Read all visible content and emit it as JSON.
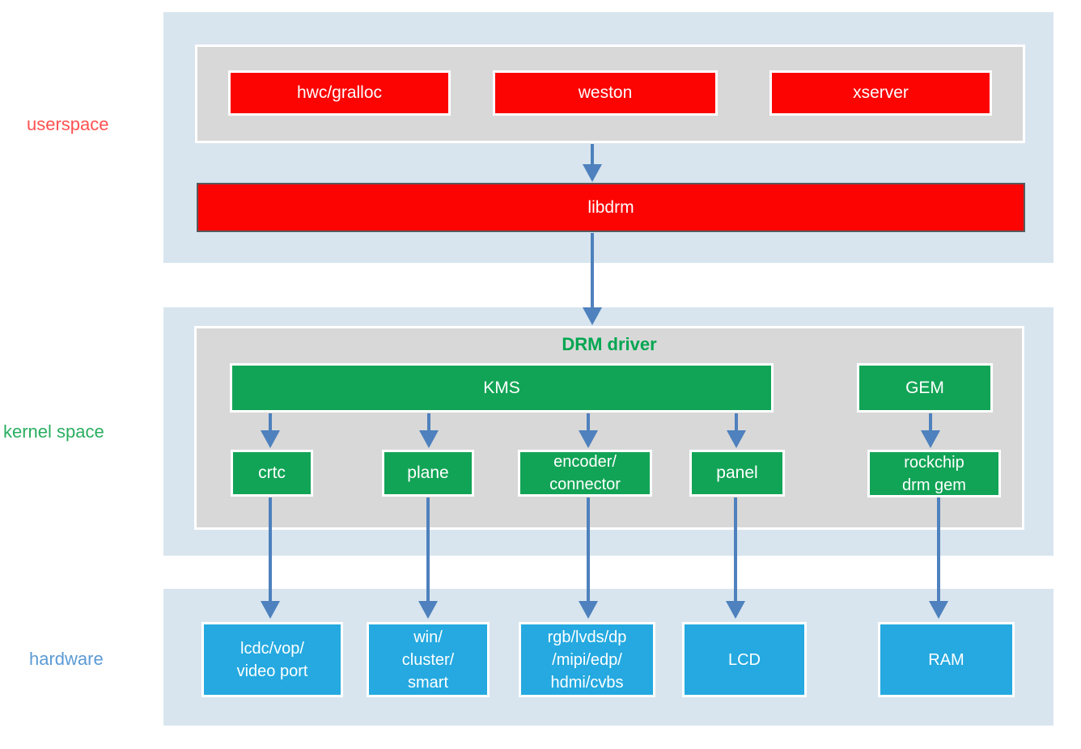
{
  "palette": {
    "red_box": "#fb0402",
    "green_box": "#12a456",
    "blue_box": "#25a9e0",
    "layer_band": "#d8e5ef",
    "group_gray": "#d8d8d8",
    "arrow": "#4e81bd",
    "userspace_label": "#ff5050",
    "kernel_label": "#2aae60",
    "hardware_label": "#5b9bd5",
    "drm_driver_title": "#00a651",
    "box_text": "#ffffff",
    "libdrm_border": "#595959"
  },
  "labels": {
    "userspace": "userspace",
    "kernel_space": "kernel space",
    "hardware": "hardware"
  },
  "userspace": {
    "boxes": [
      {
        "label": "hwc/gralloc"
      },
      {
        "label": "weston"
      },
      {
        "label": "xserver"
      }
    ],
    "libdrm_label": "libdrm"
  },
  "kernel": {
    "title": "DRM driver",
    "kms_label": "KMS",
    "gem_label": "GEM",
    "boxes": [
      {
        "label": "crtc"
      },
      {
        "label": "plane"
      },
      {
        "label": "encoder/\nconnector"
      },
      {
        "label": "panel"
      },
      {
        "label": "rockchip\ndrm gem"
      }
    ]
  },
  "hardware": {
    "boxes": [
      {
        "label": "lcdc/vop/\nvideo port"
      },
      {
        "label": "win/\ncluster/\nsmart"
      },
      {
        "label": "rgb/lvds/dp\n/mipi/edp/\nhdmi/cvbs"
      },
      {
        "label": "LCD"
      },
      {
        "label": "RAM"
      }
    ]
  }
}
